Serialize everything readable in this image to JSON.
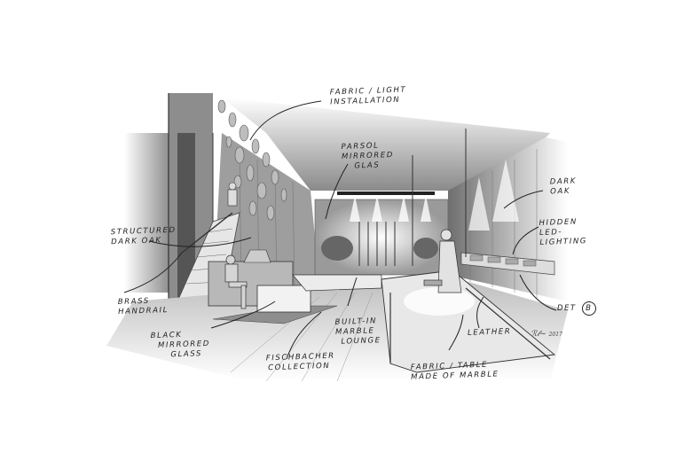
{
  "labels": {
    "fabric_light": [
      "FABRIC / LIGHT",
      "INSTALLATION"
    ],
    "parsol": [
      "PARSOL",
      "MIRRORED",
      "GLAS"
    ],
    "structured_oak": [
      "STRUCTURED",
      "DARK OAK"
    ],
    "brass_handrail": [
      "BRASS",
      "HANDRAIL"
    ],
    "black_glass": [
      "BLACK",
      "MIRRORED",
      "GLASS"
    ],
    "fischbacher": [
      "FISCHBACHER",
      "COLLECTION"
    ],
    "marble_lounge": [
      "BUILT-IN",
      "MARBLE",
      "LOUNGE"
    ],
    "leather": [
      "LEATHER"
    ],
    "table": [
      "FABRIC / TABLE",
      "MADE OF MARBLE"
    ],
    "dark_oak": [
      "DARK",
      "OAK"
    ],
    "led": [
      "HIDDEN",
      "LED-",
      "LIGHTING"
    ],
    "det": "DET",
    "det_ref": "B"
  },
  "signature": {
    "year": "2017"
  }
}
